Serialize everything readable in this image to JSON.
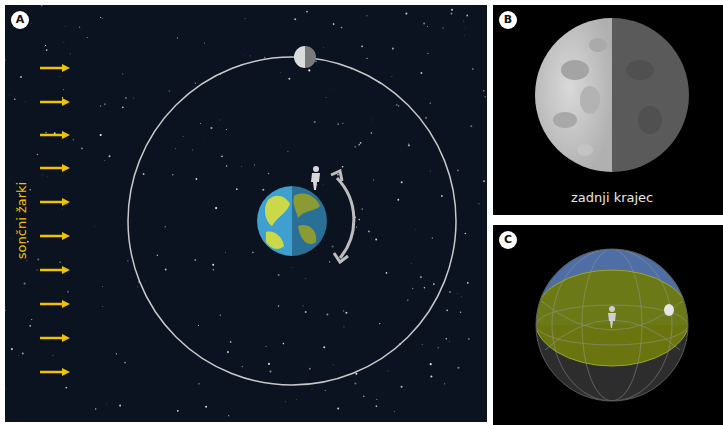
{
  "diagram": {
    "labels": [
      "A",
      "sončni žarki",
      "B",
      "zadnji krajec",
      "C"
    ]
  }
}
